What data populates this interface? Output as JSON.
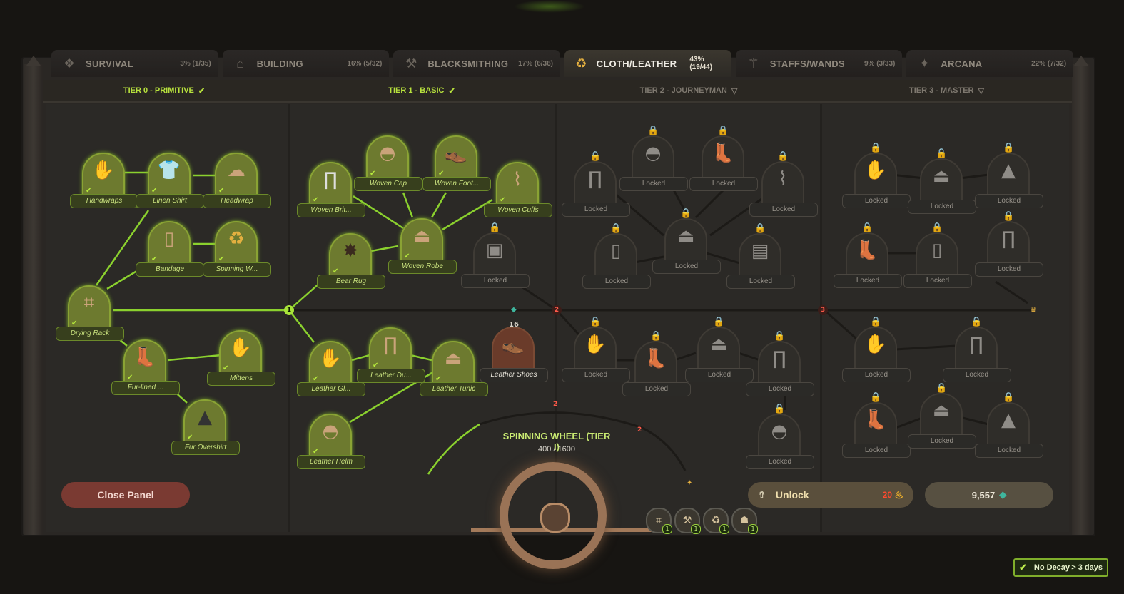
{
  "tabs": [
    {
      "label": "SURVIVAL",
      "progress": "3% (1/35)",
      "icon": "survival-icon",
      "glyph": "❖"
    },
    {
      "label": "BUILDING",
      "progress": "16% (5/32)",
      "icon": "building-icon",
      "glyph": "⌂"
    },
    {
      "label": "BLACKSMITHING",
      "progress": "17% (6/36)",
      "icon": "anvil-icon",
      "glyph": "⚒"
    },
    {
      "label": "CLOTH/LEATHER",
      "progress": "43% (19/44)",
      "icon": "spinning-wheel-icon",
      "glyph": "♻"
    },
    {
      "label": "STAFFS/WANDS",
      "progress": "9% (3/33)",
      "icon": "staff-icon",
      "glyph": "⚚"
    },
    {
      "label": "ARCANA",
      "progress": "22% (7/32)",
      "icon": "arcana-icon",
      "glyph": "✦"
    }
  ],
  "tiers": [
    {
      "label": "TIER 0 - PRIMITIVE",
      "status": "check-icon",
      "glyph": "✔"
    },
    {
      "label": "TIER 1 - BASIC",
      "status": "check-icon",
      "glyph": "✔"
    },
    {
      "label": "TIER 2 - JOURNEYMAN",
      "status": "triangle-down-icon",
      "glyph": "▽"
    },
    {
      "label": "TIER 3 - MASTER",
      "status": "triangle-down-icon",
      "glyph": "▽"
    }
  ],
  "nodes": {
    "handwraps": "Handwraps",
    "linen_shirt": "Linen Shirt",
    "headwrap": "Headwrap",
    "bandage": "Bandage",
    "spinning_wheel": "Spinning W...",
    "drying_rack": "Drying Rack",
    "fur_lined": "Fur-lined ...",
    "mittens": "Mittens",
    "fur_overshirt": "Fur Overshirt",
    "woven_britches": "Woven Brit...",
    "woven_cap": "Woven Cap",
    "woven_foot": "Woven Foot...",
    "woven_cuffs": "Woven Cuffs",
    "bear_rug": "Bear Rug",
    "woven_robe": "Woven Robe",
    "leather_gloves": "Leather Gl...",
    "leather_duster": "Leather Du...",
    "leather_tunic": "Leather Tunic",
    "leather_shoes": "Leather Shoes",
    "leather_helm": "Leather Helm",
    "locked": "Locked"
  },
  "leather_shoes_cost": "16",
  "tier_markers": [
    "1",
    "2",
    "3",
    "2",
    "2"
  ],
  "bench": {
    "title": "SPINNING WHEEL (TIER I)",
    "xp": "400 / 1600",
    "xp_value": 400,
    "xp_max": 1600
  },
  "bench_unlocks": [
    {
      "icon": "drying-rack-icon",
      "glyph": "⌗",
      "count": "1"
    },
    {
      "icon": "anvil-icon",
      "glyph": "⚒",
      "count": "1"
    },
    {
      "icon": "spinning-wheel-icon",
      "glyph": "♻",
      "count": "1"
    },
    {
      "icon": "mage-icon",
      "glyph": "☗",
      "count": "1"
    }
  ],
  "buttons": {
    "close": "Close Panel",
    "unlock": "Unlock",
    "unlock_cost": "20"
  },
  "currency": "9,557",
  "decay": {
    "label": "No Decay",
    "duration": "> 3 days"
  },
  "colors": {
    "unlocked_green": "#a8e339",
    "locked_grey": "#7e786f",
    "cloth_gold": "#e4b040"
  }
}
